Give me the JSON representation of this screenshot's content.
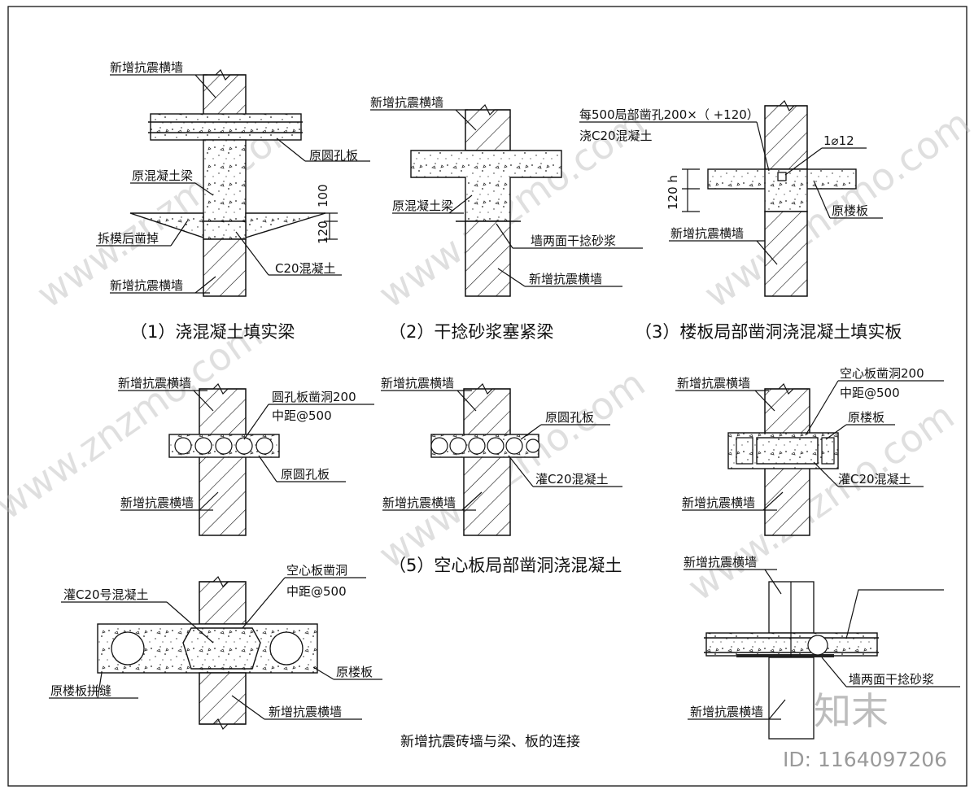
{
  "labels": {
    "new_wall": "新增抗震横墙",
    "orig_hollow_slab": "原圆孔板",
    "orig_beam": "原混凝土梁",
    "remove_form": "拆模后凿掉",
    "c20": "C20混凝土",
    "dim_100": "100",
    "dim_120": "120",
    "dim_120h": "120 h",
    "mortar_both": "墙两面干捻砂浆",
    "every500_a": "每500局部凿孔200×（ +120）",
    "every500_b": "浇C20混凝土",
    "rebar": "1⌀12",
    "orig_slab": "原楼板",
    "hollow_hole_a": "圆孔板凿洞200",
    "spacing500": "中距@500",
    "fill_c20": "灌C20混凝土",
    "hollow_core_hole_a": "空心板凿洞200",
    "fill_c20_no": "灌C20号混凝土",
    "hollow_core_hole_b": "空心板凿洞",
    "slab_joint": "原楼板拼缝"
  },
  "captions": {
    "c1": "（1）浇混凝土填实梁",
    "c2": "（2）干捻砂浆塞紧梁",
    "c3": "（3）楼板局部凿洞浇混凝土填实板",
    "c5": "（5）空心板局部凿洞浇混凝土"
  },
  "title": "新增抗震砖墙与梁、板的连接",
  "image_id": "ID: 1164097206",
  "logo_text": "知末"
}
